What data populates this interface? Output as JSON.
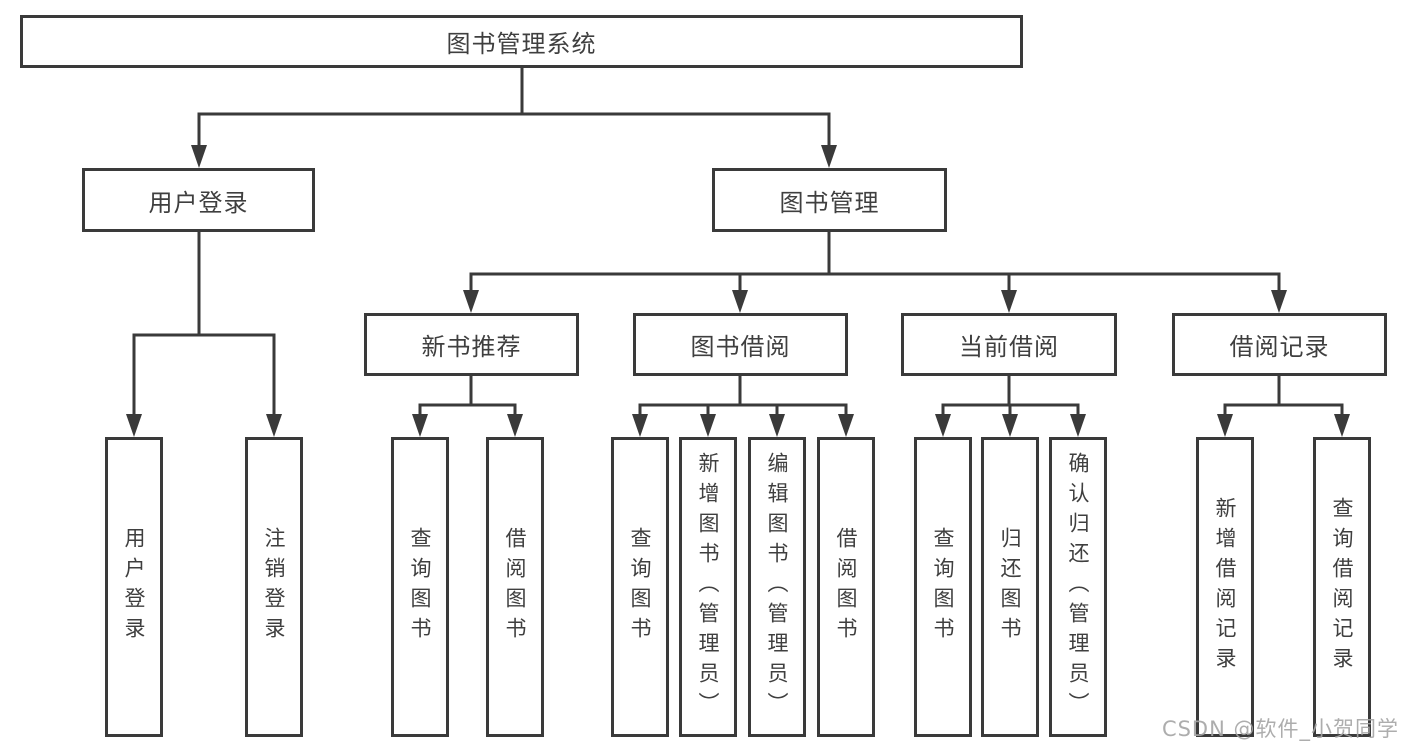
{
  "diagram": {
    "title": "图书管理系统",
    "colors": {
      "line": "#3a3a3a",
      "box_border": "#3a3a3a",
      "box_background": "#ffffff",
      "text": "#3f3f3f",
      "watermark": "#a5a5a5"
    },
    "root": {
      "label": "图书管理系统"
    },
    "branches": [
      {
        "label": "用户登录",
        "children": [
          "用户登录",
          "注销登录"
        ]
      },
      {
        "label": "图书管理",
        "sections": [
          {
            "label": "新书推荐",
            "children": [
              "查询图书",
              "借阅图书"
            ]
          },
          {
            "label": "图书借阅",
            "children": [
              "查询图书",
              "新增图书（管理员）",
              "编辑图书（管理员）",
              "借阅图书"
            ]
          },
          {
            "label": "当前借阅",
            "children": [
              "查询图书",
              "归还图书",
              "确认归还（管理员）"
            ]
          },
          {
            "label": "借阅记录",
            "children": [
              "新增借阅记录",
              "查询借阅记录"
            ]
          }
        ]
      }
    ]
  },
  "watermark": {
    "text": "CSDN @软件_小贺同学"
  }
}
